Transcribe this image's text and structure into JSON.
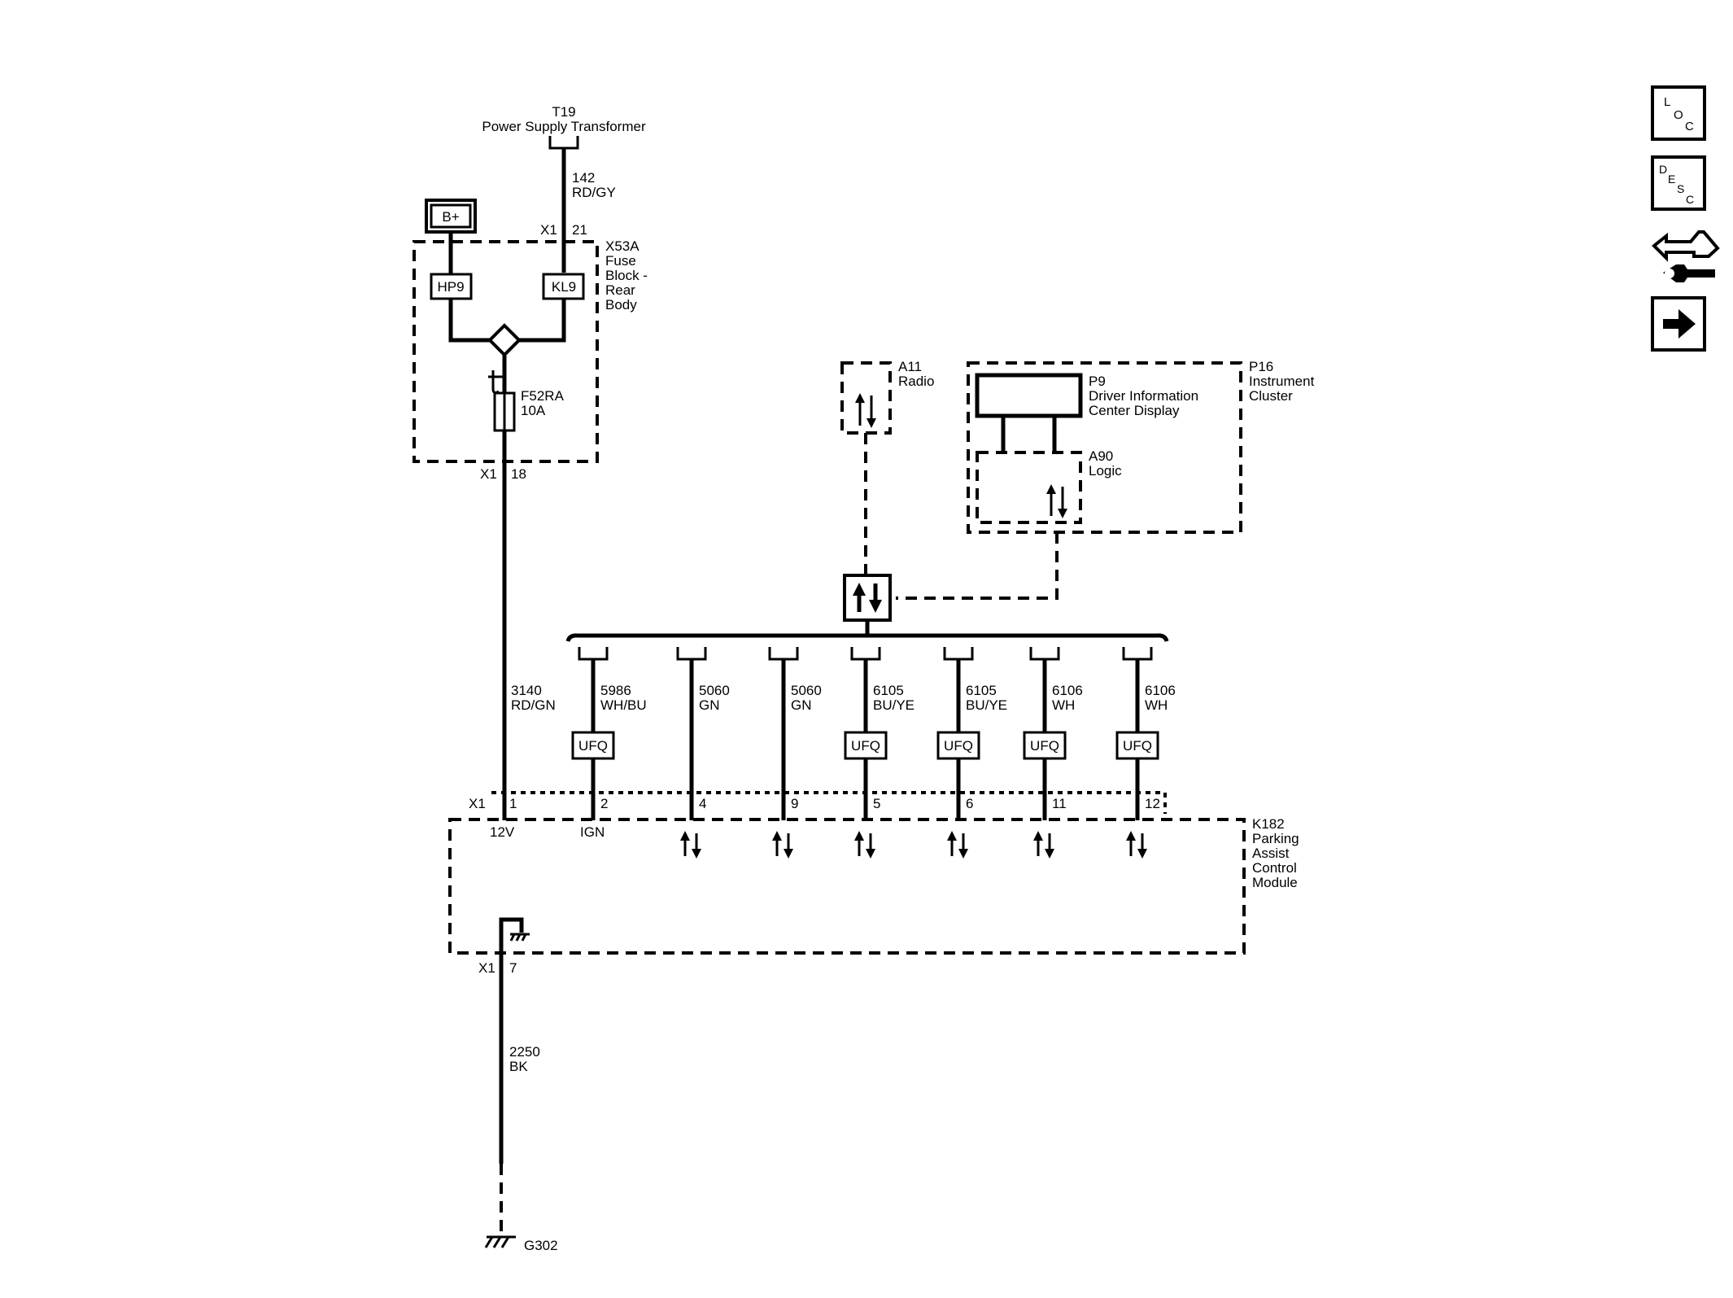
{
  "transformer": {
    "id": "T19",
    "name": "Power Supply Transformer"
  },
  "wire_142": {
    "circuit": "142",
    "color": "RD/GY"
  },
  "fuse_block": {
    "conn_top": "X1",
    "pin_top": "21",
    "id": "X53A",
    "l1": "Fuse",
    "l2": "Block -",
    "l3": "Rear",
    "l4": "Body",
    "conn_bottom": "X1",
    "pin_bottom": "18"
  },
  "bplus": "B+",
  "relays": {
    "hp9": "HP9",
    "kl9": "KL9"
  },
  "fuse": {
    "id": "F52RA",
    "rating": "10A"
  },
  "wire_3140": {
    "circuit": "3140",
    "color": "RD/GN"
  },
  "radio": {
    "id": "A11",
    "name": "Radio"
  },
  "cluster": {
    "id": "P16",
    "l1": "Instrument",
    "l2": "Cluster"
  },
  "dic": {
    "id": "P9",
    "l1": "Driver Information",
    "l2": "Center Display"
  },
  "logic": {
    "id": "A90",
    "name": "Logic"
  },
  "bus_wires": [
    {
      "circuit": "5986",
      "color": "WH/BU",
      "ufq": "UFQ",
      "pin": "2"
    },
    {
      "circuit": "5060",
      "color": "GN",
      "ufq": "",
      "pin": "4"
    },
    {
      "circuit": "5060",
      "color": "GN",
      "ufq": "",
      "pin": "9"
    },
    {
      "circuit": "6105",
      "color": "BU/YE",
      "ufq": "UFQ",
      "pin": "5"
    },
    {
      "circuit": "6105",
      "color": "BU/YE",
      "ufq": "UFQ",
      "pin": "6"
    },
    {
      "circuit": "6106",
      "color": "WH",
      "ufq": "UFQ",
      "pin": "11"
    },
    {
      "circuit": "6106",
      "color": "WH",
      "ufq": "UFQ",
      "pin": "12"
    }
  ],
  "module": {
    "conn": "X1",
    "pin_power": "1",
    "pwr_label": "12V",
    "ign_label": "IGN",
    "id": "K182",
    "l1": "Parking",
    "l2": "Assist",
    "l3": "Control",
    "l4": "Module",
    "gnd_conn": "X1",
    "gnd_pin": "7"
  },
  "wire_2250": {
    "circuit": "2250",
    "color": "BK"
  },
  "ground": {
    "id": "G302"
  },
  "nav": {
    "loc": {
      "l": "L",
      "o": "O",
      "c": "C"
    },
    "desc": {
      "d": "D",
      "e": "E",
      "s": "S",
      "c": "C"
    }
  }
}
